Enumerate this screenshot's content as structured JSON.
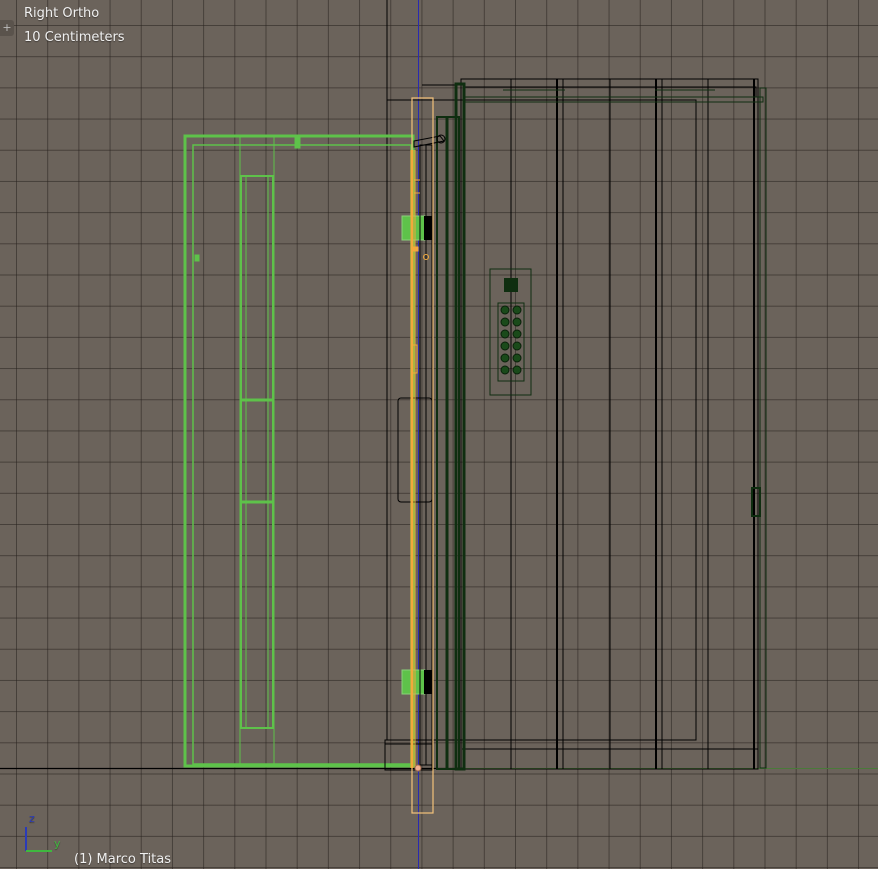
{
  "viewport": {
    "view_name": "Right Ortho",
    "grid_scale": "10 Centimeters",
    "object_info": "(1) Marco Titas",
    "toolbar_toggle": "+",
    "axes": {
      "z_label": "z",
      "y_label": "y",
      "z_color": "#2a3bb8",
      "y_color": "#3fb83f"
    }
  },
  "colors": {
    "background": "#6b635b",
    "grid_line": "#3e3630",
    "selected_active": "#f2a93b",
    "selected_green": "#5ec24a",
    "unselected_wire": "#000000",
    "dark_green_wire": "#0f2e10",
    "z_axis_line": "#2a2ab0",
    "horizon_line": "#000000"
  }
}
